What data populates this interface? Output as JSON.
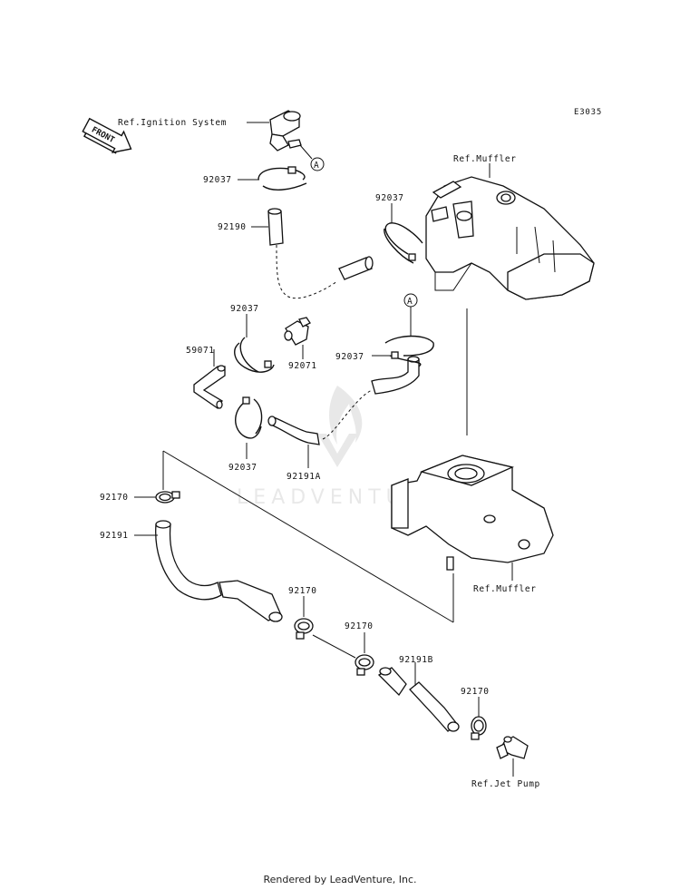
{
  "diagram_code": "E3035",
  "front_label": "FRONT",
  "watermark": "LEADVENTURE",
  "callout_marker": "A",
  "labels": {
    "ref_ignition": "Ref.Ignition System",
    "ref_muffler_top": "Ref.Muffler",
    "ref_muffler_bottom": "Ref.Muffler",
    "ref_jet_pump": "Ref.Jet Pump",
    "p92037_a": "92037",
    "p92037_b": "92037",
    "p92037_c": "92037",
    "p92037_d": "92037",
    "p92037_e": "92037",
    "p92190": "92190",
    "p92071": "92071",
    "p59071": "59071",
    "p92191a": "92191A",
    "p92170_a": "92170",
    "p92170_b": "92170",
    "p92170_c": "92170",
    "p92170_d": "92170",
    "p92191": "92191",
    "p92191b": "92191B"
  },
  "footer": "Rendered by LeadVenture, Inc."
}
